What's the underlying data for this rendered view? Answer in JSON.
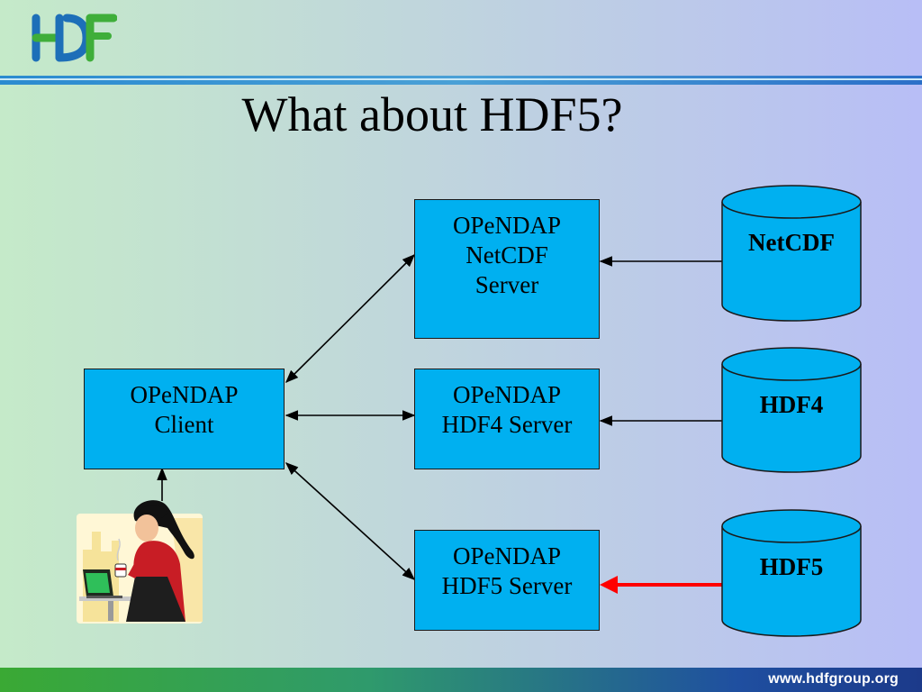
{
  "logo_text": "HDF",
  "title": "What about HDF5?",
  "client_box": {
    "lines": [
      "OPeNDAP",
      "Client"
    ]
  },
  "servers": [
    {
      "lines": [
        "OPeNDAP",
        "NetCDF",
        "Server"
      ]
    },
    {
      "lines": [
        "OPeNDAP",
        "HDF4 Server"
      ]
    },
    {
      "lines": [
        "OPeNDAP",
        "HDF5 Server"
      ]
    }
  ],
  "databases": [
    {
      "label": "NetCDF"
    },
    {
      "label": "HDF4"
    },
    {
      "label": "HDF5"
    }
  ],
  "footer_url": "www.hdfgroup.org",
  "colors": {
    "box_fill": "#00b0f0",
    "highlight_arrow": "#ff0000",
    "arrow": "#000000"
  },
  "illustration": "woman-with-laptop-and-coffee-clipart"
}
